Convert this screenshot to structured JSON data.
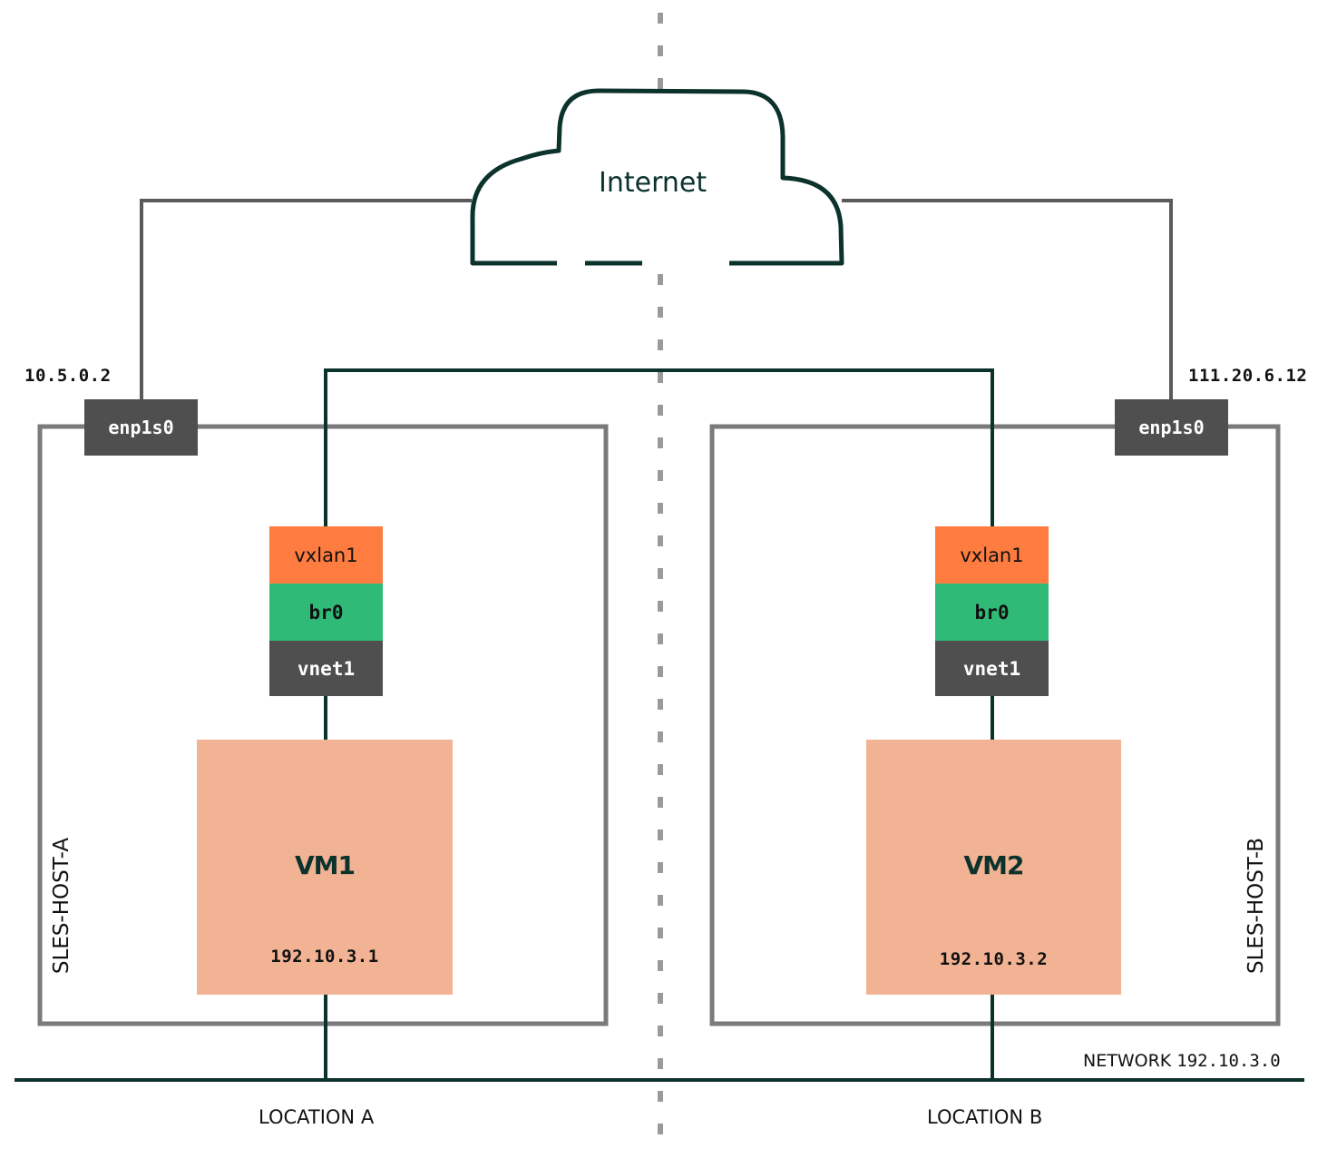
{
  "diagram": {
    "title": "VXLAN overlay between two SLES hosts across the Internet",
    "colors": {
      "dark_green": "#0c322c",
      "gray_line": "#7a7a7a",
      "nic_gray": "#4f4f4f",
      "vxlan_orange": "#fe7c3f",
      "bridge_green": "#30ba78",
      "vm_peach": "#f2b294",
      "divider_gray": "#9a9a9a"
    },
    "cloud": {
      "label": "Internet",
      "icon": "cloud-icon"
    },
    "hosts": [
      {
        "name": "SLES-HOST-A",
        "nic": {
          "label": "enp1s0",
          "ip": "10.5.0.2"
        },
        "stack": [
          {
            "label": "vxlan1",
            "type": "vxlan"
          },
          {
            "label": "br0",
            "type": "bridge"
          },
          {
            "label": "vnet1",
            "type": "vnet"
          }
        ],
        "vm": {
          "name": "VM1",
          "ip": "192.10.3.1"
        },
        "location": "LOCATION A"
      },
      {
        "name": "SLES-HOST-B",
        "nic": {
          "label": "enp1s0",
          "ip": "111.20.6.12"
        },
        "stack": [
          {
            "label": "vxlan1",
            "type": "vxlan"
          },
          {
            "label": "br0",
            "type": "bridge"
          },
          {
            "label": "vnet1",
            "type": "vnet"
          }
        ],
        "vm": {
          "name": "VM2",
          "ip": "192.10.3.2"
        },
        "location": "LOCATION B"
      }
    ],
    "network": {
      "label": "NETWORK 192.10.3.0"
    }
  }
}
